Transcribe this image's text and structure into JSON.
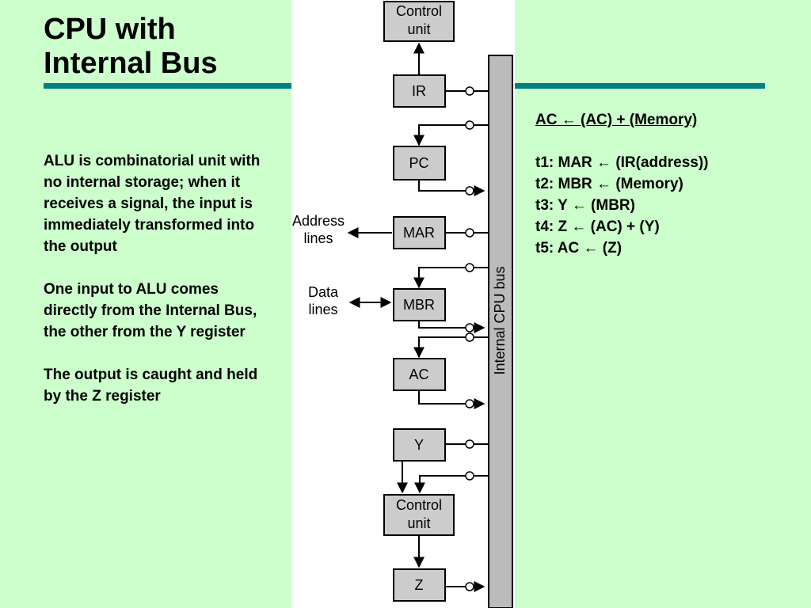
{
  "slide": {
    "title": "CPU with Internal Bus",
    "left_paragraphs": [
      "ALU is combinatorial unit with no internal storage; when it receives a signal, the input is immediately transformed into the output",
      "One input to ALU comes directly from the Internal Bus, the other from the Y register",
      "The output is caught and held by the Z register"
    ],
    "formula": "AC ← (AC) + (Memory)",
    "steps": [
      "t1: MAR ← (IR(address))",
      "t2: MBR ← (Memory)",
      "t3: Y ← (MBR)",
      "t4: Z ← (AC) + (Y)",
      "t5: AC ← (Z)"
    ]
  },
  "diagram": {
    "bus_label": "Internal CPU bus",
    "blocks": {
      "control_unit_top": [
        "Control",
        "unit"
      ],
      "ir": "IR",
      "pc": "PC",
      "mar": "MAR",
      "mbr": "MBR",
      "ac": "AC",
      "y": "Y",
      "alu_box": [
        "Control",
        "unit"
      ],
      "z": "Z"
    },
    "external": {
      "address_lines": [
        "Address",
        "lines"
      ],
      "data_lines": [
        "Data",
        "lines"
      ]
    },
    "colors": {
      "block_fill": "#cccccc",
      "bus_fill": "#bbbbbb",
      "background": "#ccffcc",
      "accent_rule": "#008080"
    }
  }
}
